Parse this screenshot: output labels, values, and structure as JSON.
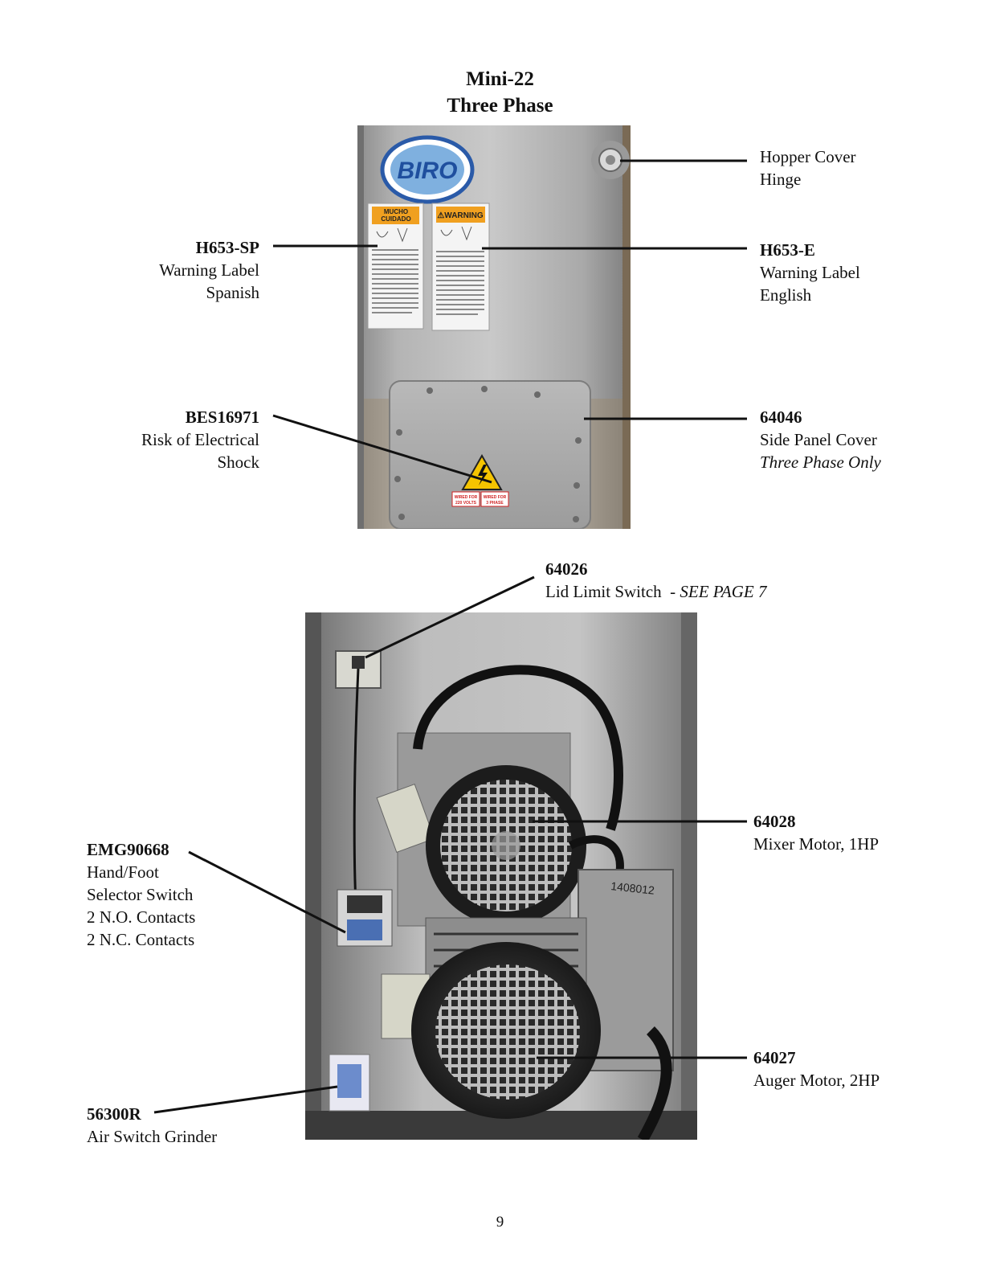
{
  "title": {
    "line1": "Mini-22",
    "line2": "Three Phase"
  },
  "top_photo": {
    "logo_text": "BIRO",
    "label_spanish_header": "MUCHO CUIDADO",
    "label_english_header": "WARNING",
    "decal_left": "WIRED FOR 220 VOLTS",
    "decal_right": "WIRED FOR 3 PHASE"
  },
  "bottom_photo": {
    "box_marking": "1408012"
  },
  "callouts": {
    "hopper_hinge": {
      "line1": "Hopper Cover",
      "line2": "Hinge"
    },
    "h653_sp": {
      "code": "H653-SP",
      "line1": "Warning Label",
      "line2": "Spanish"
    },
    "h653_e": {
      "code": "H653-E",
      "line1": "Warning Label",
      "line2": "English"
    },
    "bes16971": {
      "code": "BES16971",
      "line1": "Risk of Electrical",
      "line2": "Shock"
    },
    "side_panel": {
      "code": "64046",
      "line1": "Side Panel Cover",
      "line2": "Three Phase Only"
    },
    "lid_switch": {
      "code": "64026",
      "line1": "Lid Limit Switch  - ",
      "line1_italic": "SEE PAGE 7"
    },
    "mixer_motor": {
      "code": "64028",
      "line1": "Mixer Motor, 1HP"
    },
    "selector_switch": {
      "code": "EMG90668",
      "line1": "Hand/Foot",
      "line2": "Selector Switch",
      "line3": "2 N.O. Contacts",
      "line4": "2 N.C. Contacts"
    },
    "auger_motor": {
      "code": "64027",
      "line1": "Auger Motor, 2HP"
    },
    "air_switch": {
      "code": "56300R",
      "line1": "Air Switch Grinder"
    }
  },
  "page_number": "9"
}
